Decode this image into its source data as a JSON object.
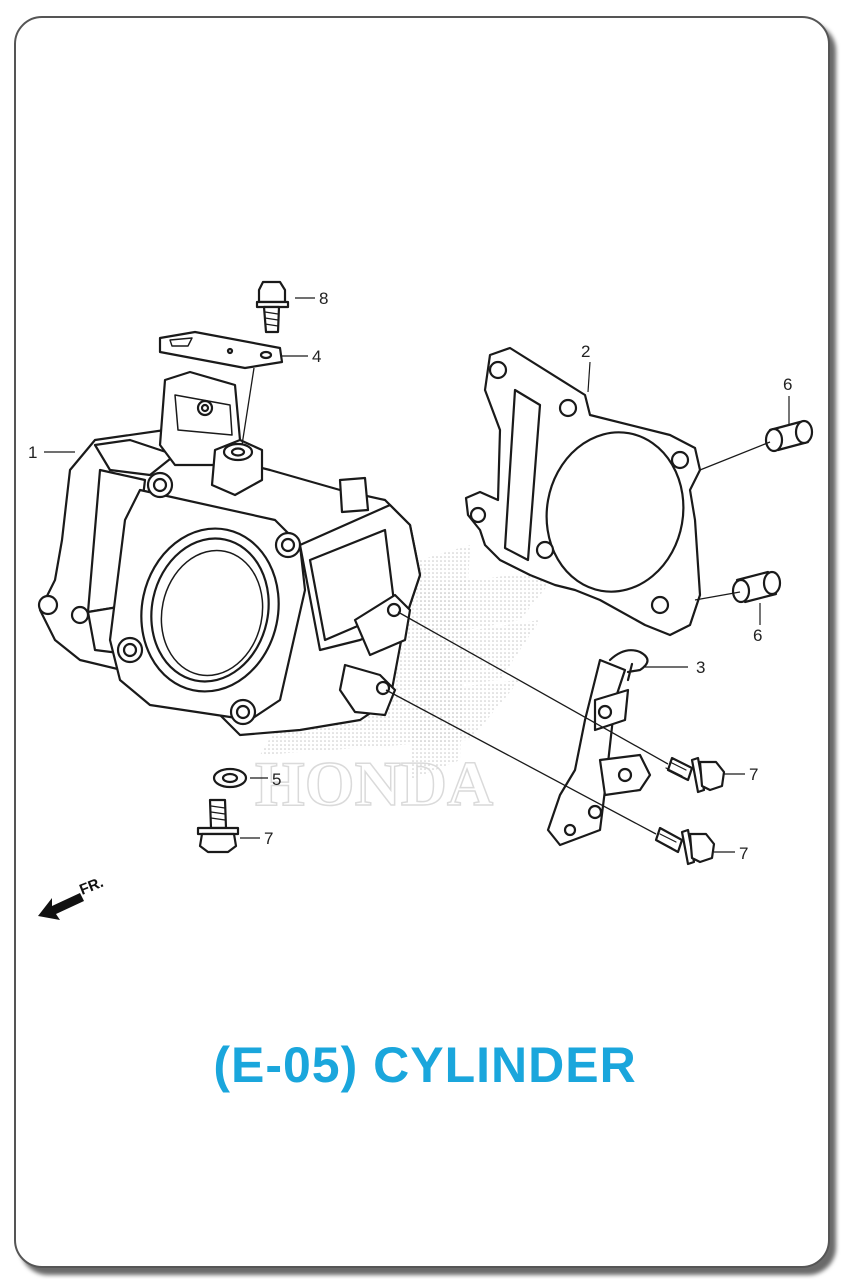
{
  "title": "(E-05) CYLINDER",
  "direction_label": "FR.",
  "watermark_text": "HONDA",
  "accent_color": "#1aa6dc",
  "callouts": [
    {
      "id": "1",
      "part": "cylinder"
    },
    {
      "id": "2",
      "part": "gasket"
    },
    {
      "id": "3",
      "part": "clip"
    },
    {
      "id": "4",
      "part": "stay-plate"
    },
    {
      "id": "5",
      "part": "washer"
    },
    {
      "id": "6",
      "part": "dowel-pin-upper"
    },
    {
      "id": "6",
      "part": "dowel-pin-lower"
    },
    {
      "id": "7",
      "part": "bolt-right-upper"
    },
    {
      "id": "7",
      "part": "bolt-left"
    },
    {
      "id": "7",
      "part": "bolt-right-lower"
    },
    {
      "id": "8",
      "part": "bolt-top"
    }
  ]
}
